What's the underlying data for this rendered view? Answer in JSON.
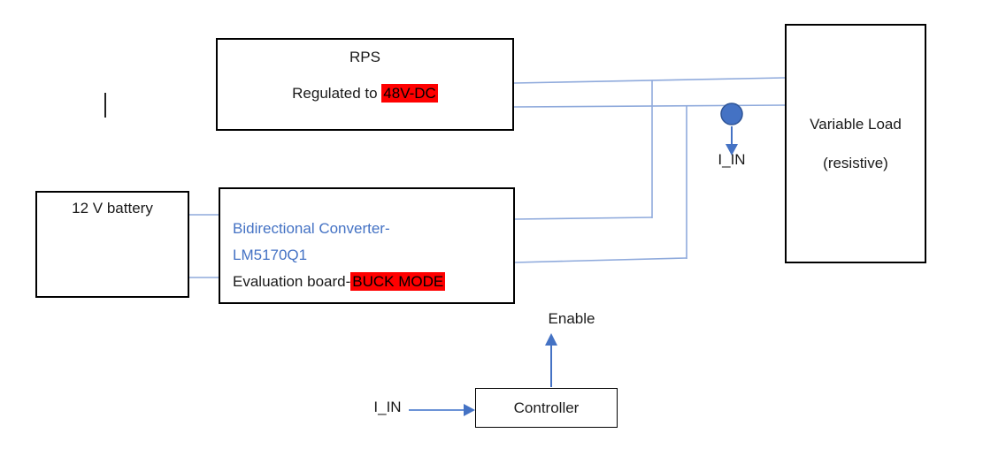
{
  "blocks": {
    "rps": {
      "title": "RPS",
      "subtitle_prefix": "Regulated to ",
      "subtitle_highlight": "48V-DC"
    },
    "battery": {
      "label": "12 V battery"
    },
    "converter": {
      "line1": "Bidirectional Converter-",
      "line2": "LM5170Q1",
      "line3_prefix": "Evaluation board-",
      "line3_highlight": "BUCK MODE"
    },
    "load": {
      "line1": "Variable Load",
      "line2": "(resistive)"
    },
    "controller": {
      "label": "Controller"
    }
  },
  "labels": {
    "probe_current": "I_IN",
    "enable": "Enable",
    "controller_input": "I_IN"
  },
  "connections": [
    {
      "from": "rps",
      "to": "variable-load",
      "wires": 2
    },
    {
      "from": "bidirectional-converter",
      "to": "rps-load-bus",
      "wires": 2
    },
    {
      "from": "battery",
      "to": "bidirectional-converter",
      "wires": 2
    },
    {
      "from": "current-probe",
      "to": "label-i-in",
      "type": "arrow-down"
    },
    {
      "from": "controller",
      "to": "enable",
      "type": "arrow-up"
    },
    {
      "from": "i-in",
      "to": "controller",
      "type": "arrow-right"
    }
  ],
  "colors": {
    "accent_blue": "#4472C4",
    "connector_blue": "#8FAADC",
    "highlight_red": "#FF0000",
    "text_blue": "#4472C4",
    "border_black": "#000000"
  }
}
